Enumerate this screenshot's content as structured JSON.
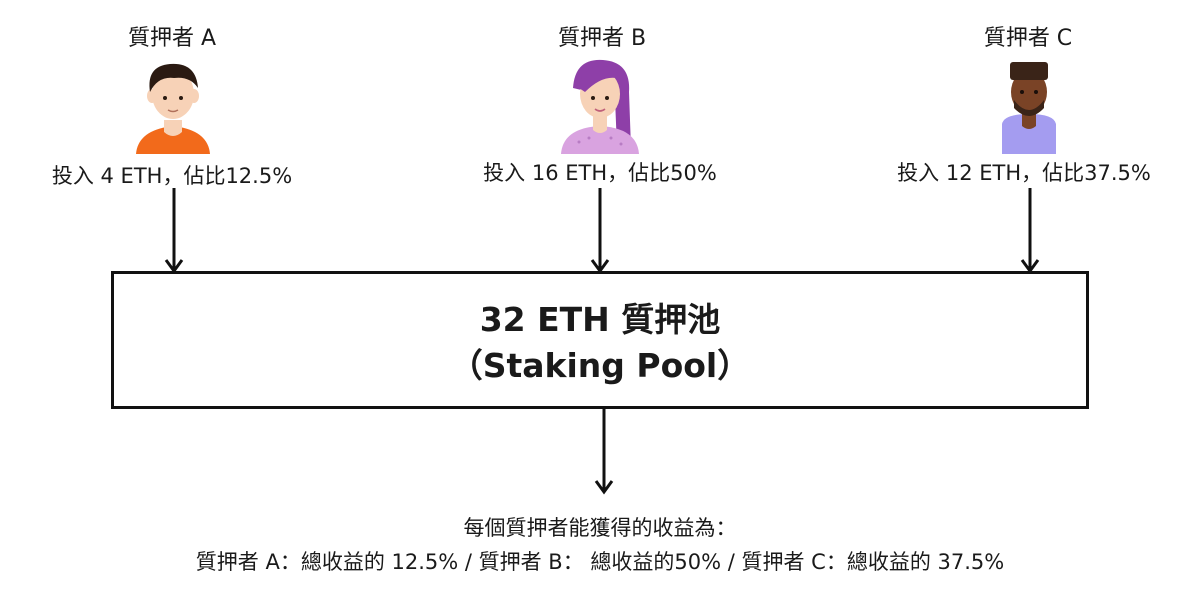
{
  "stakers": [
    {
      "name": "質押者 A",
      "note": "投入 4 ETH，佔比12.5%",
      "avatar": "person-orange-shirt-icon"
    },
    {
      "name": "質押者 B",
      "note": "投入 16 ETH，佔比50%",
      "avatar": "person-purple-hair-icon"
    },
    {
      "name": "質押者 C",
      "note": "投入 12 ETH，佔比37.5%",
      "avatar": "person-lavender-shirt-icon"
    }
  ],
  "pool": {
    "title": "32 ETH 質押池",
    "subtitle": "（Staking Pool）"
  },
  "result": {
    "intro": "每個質押者能獲得的收益為：",
    "line": "質押者 A：總收益的 12.5% / 質押者 B： 總收益的50% / 質押者 C：總收益的 37.5%"
  },
  "colors": {
    "line": "#111111",
    "a_shirt": "#f26a1b",
    "b_hair": "#8e3fa8",
    "b_shirt": "#d9a3e0",
    "c_shirt": "#a49cf0",
    "c_skin": "#7a4326",
    "skin": "#f7d2b7"
  }
}
